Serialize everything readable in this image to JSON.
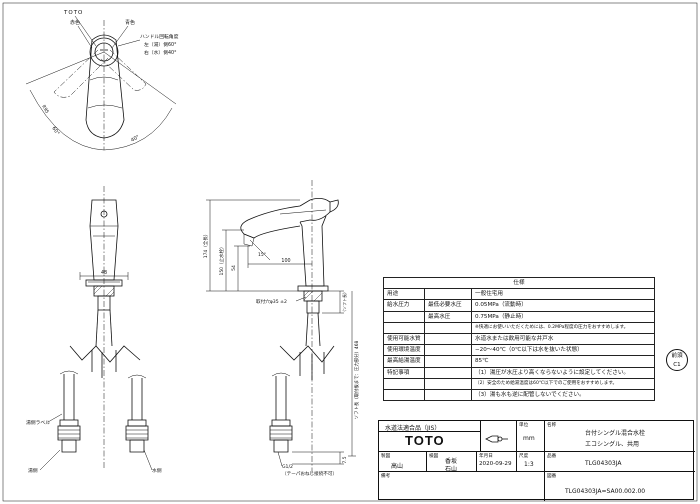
{
  "top_view": {
    "brand": "TOTO",
    "hot_label": "赤色",
    "cold_label": "青色",
    "handle_angle_title": "ハンドル回転角度",
    "handle_angle_left": "左（湯）側60°",
    "handle_angle_right": "右（水）側40°",
    "angle_left": "60°",
    "angle_right": "40°",
    "radius_note": "R95"
  },
  "front_view": {
    "dim_48": "48",
    "hose_label": "湯側ラベル",
    "hot_connection": "湯側",
    "cold_connection": "水側"
  },
  "side_view": {
    "dim_174": "174（全長）",
    "dim_150": "150（止水栓）",
    "dim_54": "54",
    "dim_15deg": "15°",
    "dim_100": "100",
    "dim_mount": "取付穴φ35 ±2",
    "dim_thread": "（ソフト長）",
    "dim_468": "ソフト長（取付板まで：圧力部分）468",
    "dim_75": "7.5",
    "thread_note_1": "G1/2",
    "thread_note_2": "（テーパおねじ接続不可）"
  },
  "spec_table": {
    "title": "仕様",
    "rows": [
      {
        "label": "用途",
        "sub": "",
        "value": "一般住宅用"
      },
      {
        "label": "給水圧力",
        "sub": "最低必要水圧",
        "value": "0.05MPa（流動時）"
      },
      {
        "label": "",
        "sub": "最高水圧",
        "value": "0.75MPa（静止時）"
      },
      {
        "label": "",
        "sub": "",
        "value": "※快適にお使いいただくためには、0.2MPa程度の圧力をおすすめします。"
      },
      {
        "label": "使用可能水質",
        "sub": "",
        "value": "水道水または飲用可能な井戸水"
      },
      {
        "label": "使用環境温度",
        "sub": "",
        "value": "−20〜40℃（0℃以下は水を抜いた状態）"
      },
      {
        "label": "最高給湯温度",
        "sub": "",
        "value": "85℃"
      },
      {
        "label": "特記事項",
        "sub": "",
        "value": "（1）湯圧が水圧より高くならないように設定してください。"
      },
      {
        "label": "",
        "sub": "",
        "value": "（2）安全のため給湯温度は60℃以下でのご使用をおすすめします。"
      },
      {
        "label": "",
        "sub": "",
        "value": "（3）湯も水も逆に配管しないでください。"
      }
    ]
  },
  "revision": {
    "line1": "前須",
    "line2": "C1"
  },
  "title_block": {
    "standard": "水道法適合品（JIS）",
    "logo": "TOTO",
    "unit_label": "単位",
    "unit": "mm",
    "name_label": "名称",
    "name_1": "台付シングル混合水栓",
    "name_2": "エコシングル、共用",
    "design_label": "製図",
    "design": "高山",
    "check_label": "検図",
    "check_1": "香坂",
    "check_2": "石山",
    "date_label": "年月日",
    "date": "2020-09-29",
    "scale_label": "尺度",
    "scale": "1:3",
    "model_label": "品番",
    "model": "TLG04303JA",
    "remarks_label": "備考",
    "drawing_label": "図番",
    "drawing_no": "TLG04303JA=SA00.002.00"
  }
}
